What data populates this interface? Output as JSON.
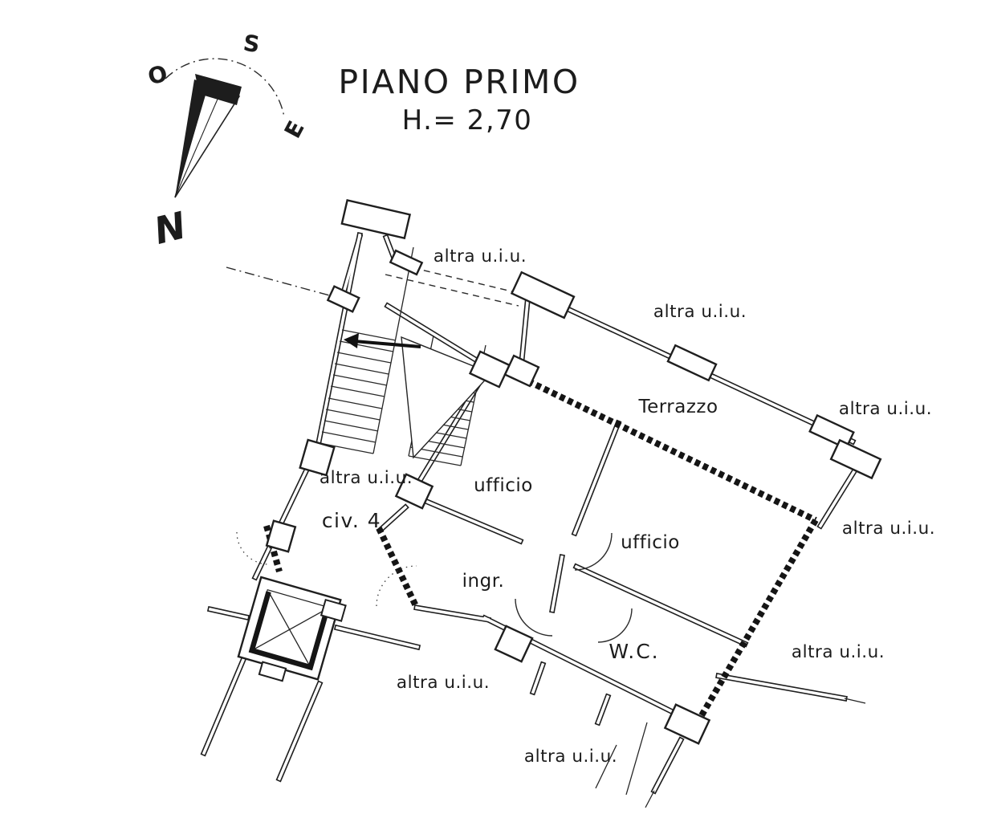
{
  "colors": {
    "paper": "#ffffff",
    "ink": "#1f1f1f"
  },
  "header": {
    "floor_title": "PIANO PRIMO",
    "height_note": "H.= 2,70"
  },
  "compass": {
    "north": "N",
    "south": "S",
    "east": "E",
    "west": "O"
  },
  "plan": {
    "terrace_label": "Terrazzo",
    "office1_label": "ufficio",
    "office2_label": "ufficio",
    "entrance_label": "ingr.",
    "wc_label": "W.C.",
    "civic_label": "civ. 4",
    "neighbor_units": [
      "altra u.i.u.",
      "altra u.i.u.",
      "altra u.i.u.",
      "altra u.i.u.",
      "altra u.i.u.",
      "altra u.i.u.",
      "altra u.i.u.",
      "altra u.i.u."
    ]
  }
}
